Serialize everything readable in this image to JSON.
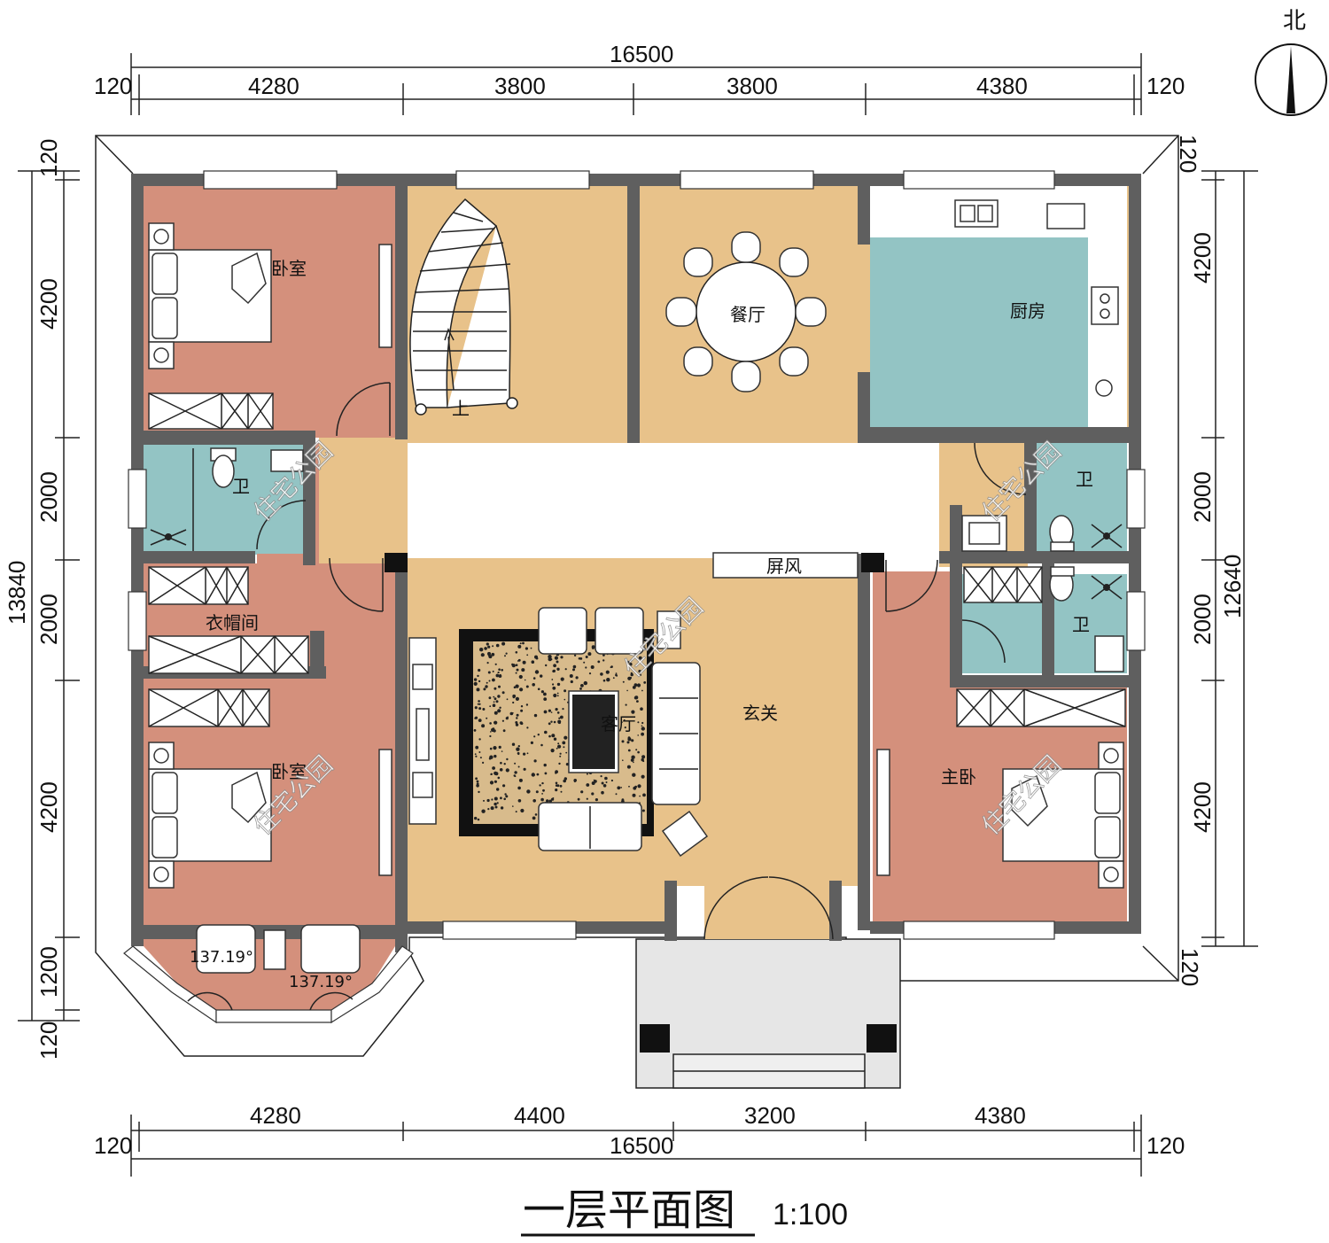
{
  "title": "一层平面图",
  "scale": "1:100",
  "compass": "北",
  "watermark": "住宅公园",
  "dims": {
    "top_total": "16500",
    "top_left_wall": "120",
    "top_right_wall": "120",
    "top_segments": [
      "4280",
      "3800",
      "3800",
      "4380"
    ],
    "bottom_segments": [
      "4280",
      "4400",
      "3200",
      "4380"
    ],
    "bottom_total": "16500",
    "bottom_left_wall": "120",
    "bottom_right_wall": "120",
    "left_total": "13840",
    "left_top_wall": "120",
    "left_segments": [
      "4200",
      "2000",
      "2000",
      "4200",
      "1200"
    ],
    "left_bottom_wall": "120",
    "right_total": "12640",
    "right_top_wall": "120",
    "right_segments": [
      "4200",
      "2000",
      "2000",
      "4200"
    ],
    "right_bottom_wall": "120"
  },
  "rooms": {
    "bedroom1": "卧室",
    "bath_left": "卫",
    "closet": "衣帽间",
    "bedroom2": "卧室",
    "dining": "餐厅",
    "kitchen": "厨房",
    "living": "客厅",
    "screen": "屏风",
    "foyer": "玄关",
    "bath_right1": "卫",
    "bath_right2": "卫",
    "master": "主卧",
    "stair": "上"
  },
  "bay_angles": [
    "137.19°",
    "137.19°"
  ],
  "colors": {
    "bedroom": "#d4907c",
    "bath": "#93c4c4",
    "public": "#e8c28a",
    "porch": "#e6e6e6",
    "wall": "#5f5f5f"
  }
}
